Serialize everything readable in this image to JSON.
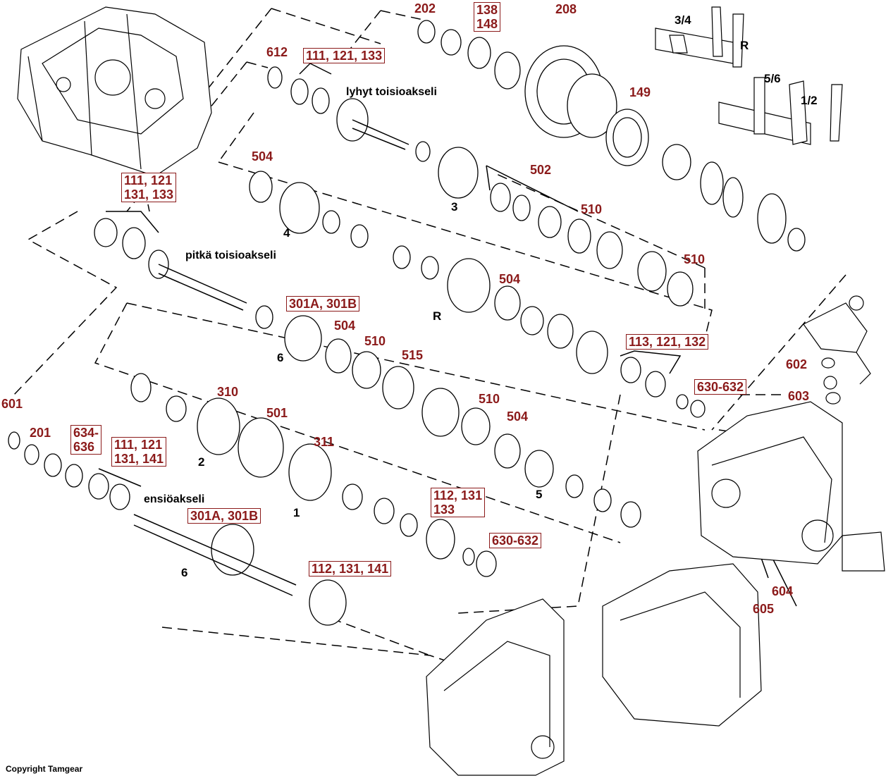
{
  "labels": {
    "l202": "202",
    "l138": "138",
    "l148": "148",
    "l208": "208",
    "l612": "612",
    "l111_121_133": "111, 121, 133",
    "l149": "149",
    "l504a": "504",
    "l502": "502",
    "l510a": "510",
    "l510b": "510",
    "l111_121_131_133_a": "111, 121",
    "l111_121_131_133_b": "131, 133",
    "l301_top": "301A, 301B",
    "l504b": "504",
    "l504c": "504",
    "l510c": "510",
    "l515": "515",
    "l113": "113, 121, 132",
    "l630a": "630-632",
    "l602": "602",
    "l603": "603",
    "l601": "601",
    "l201": "201",
    "l634a": "634-",
    "l634b": "636",
    "l111_141_a": "111, 121",
    "l111_141_b": "131, 141",
    "l310": "310",
    "l501": "501",
    "l311": "311",
    "l510d": "510",
    "l504d": "504",
    "l301_bot": "301A, 301B",
    "l112a": "112, 131",
    "l112b": "133",
    "l630b": "630-632",
    "l112_141": "112, 131, 141",
    "l604": "604",
    "l605": "605"
  },
  "gear_labels": {
    "g34": "3/4",
    "gR_top": "R",
    "g56": "5/6",
    "g12": "1/2",
    "g3": "3",
    "g4": "4",
    "gR": "R",
    "g6a": "6",
    "g2": "2",
    "g1": "1",
    "g5": "5",
    "g6b": "6"
  },
  "shafts": {
    "short": "lyhyt toisioakseli",
    "long": "pitkä toisioakseli",
    "input": "ensiöakseli"
  },
  "copyright": "Copyright Tamgear",
  "colors": {
    "label": "#8b1a1a",
    "line": "#000000"
  }
}
